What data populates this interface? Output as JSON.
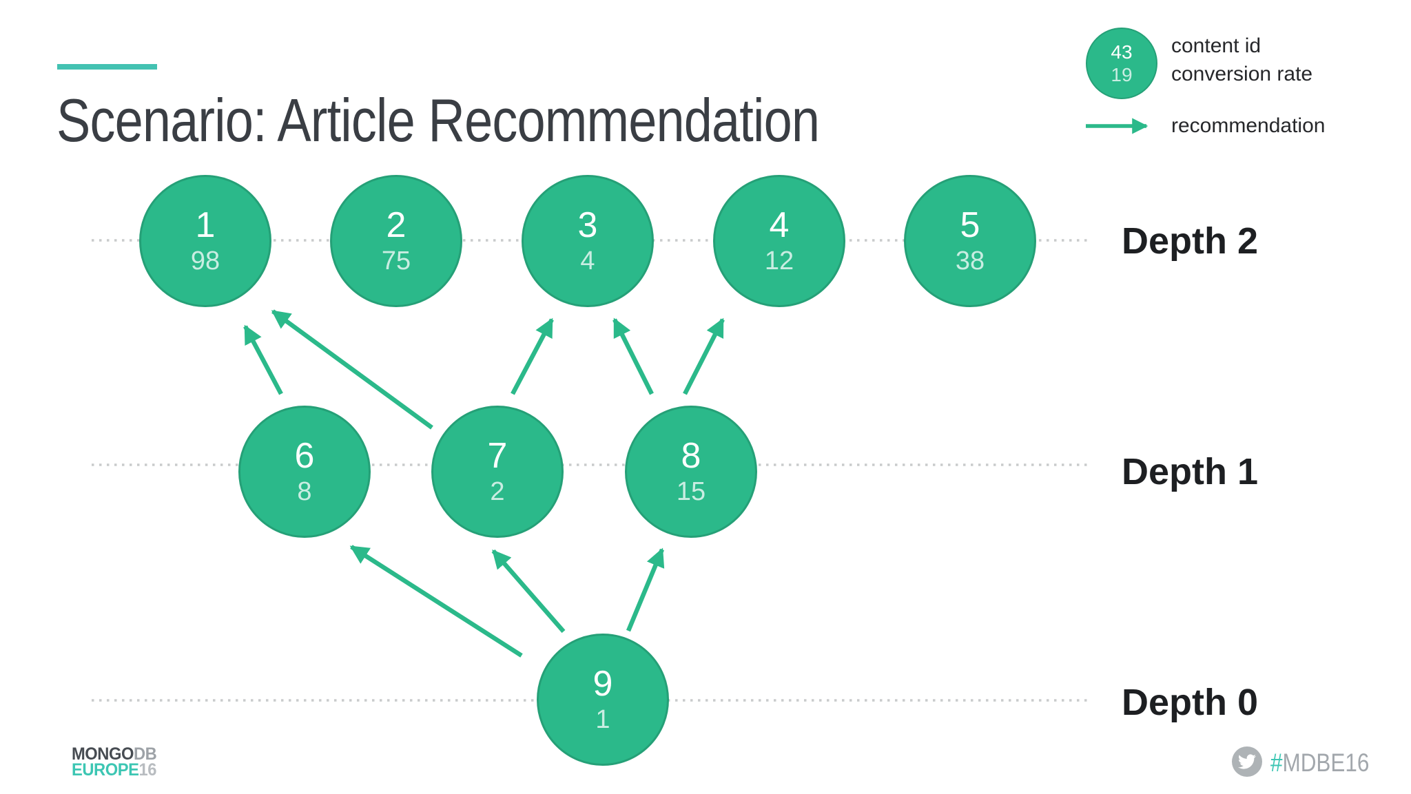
{
  "title": "Scenario: Article Recommendation",
  "colors": {
    "node_green": "#2bb98a",
    "accent_teal": "#43c2b2",
    "dotted_guide": "#c9cbcc"
  },
  "legend": {
    "sample_node": {
      "content_id": "43",
      "conversion_rate": "19"
    },
    "content_id_label": "content id",
    "conversion_rate_label": "conversion rate",
    "recommendation_label": "recommendation"
  },
  "depth_labels": [
    {
      "label": "Depth 2"
    },
    {
      "label": "Depth 1"
    },
    {
      "label": "Depth 0"
    }
  ],
  "graph": {
    "nodes": [
      {
        "content_id": "1",
        "conversion_rate": "98",
        "depth": 2
      },
      {
        "content_id": "2",
        "conversion_rate": "75",
        "depth": 2
      },
      {
        "content_id": "3",
        "conversion_rate": "4",
        "depth": 2
      },
      {
        "content_id": "4",
        "conversion_rate": "12",
        "depth": 2
      },
      {
        "content_id": "5",
        "conversion_rate": "38",
        "depth": 2
      },
      {
        "content_id": "6",
        "conversion_rate": "8",
        "depth": 1
      },
      {
        "content_id": "7",
        "conversion_rate": "2",
        "depth": 1
      },
      {
        "content_id": "8",
        "conversion_rate": "15",
        "depth": 1
      },
      {
        "content_id": "9",
        "conversion_rate": "1",
        "depth": 0
      }
    ],
    "recommendation_edges": [
      {
        "from": 6,
        "to": 1
      },
      {
        "from": 7,
        "to": 1
      },
      {
        "from": 7,
        "to": 3
      },
      {
        "from": 8,
        "to": 3
      },
      {
        "from": 8,
        "to": 4
      },
      {
        "from": 9,
        "to": 6
      },
      {
        "from": 9,
        "to": 7
      },
      {
        "from": 9,
        "to": 8
      }
    ]
  },
  "footer": {
    "logo_line1_primary": "MONGO",
    "logo_line1_secondary": "DB",
    "logo_line2_primary": "EUROPE",
    "logo_line2_secondary": "16",
    "hashtag_symbol": "#",
    "hashtag_text": "MDBE16"
  }
}
